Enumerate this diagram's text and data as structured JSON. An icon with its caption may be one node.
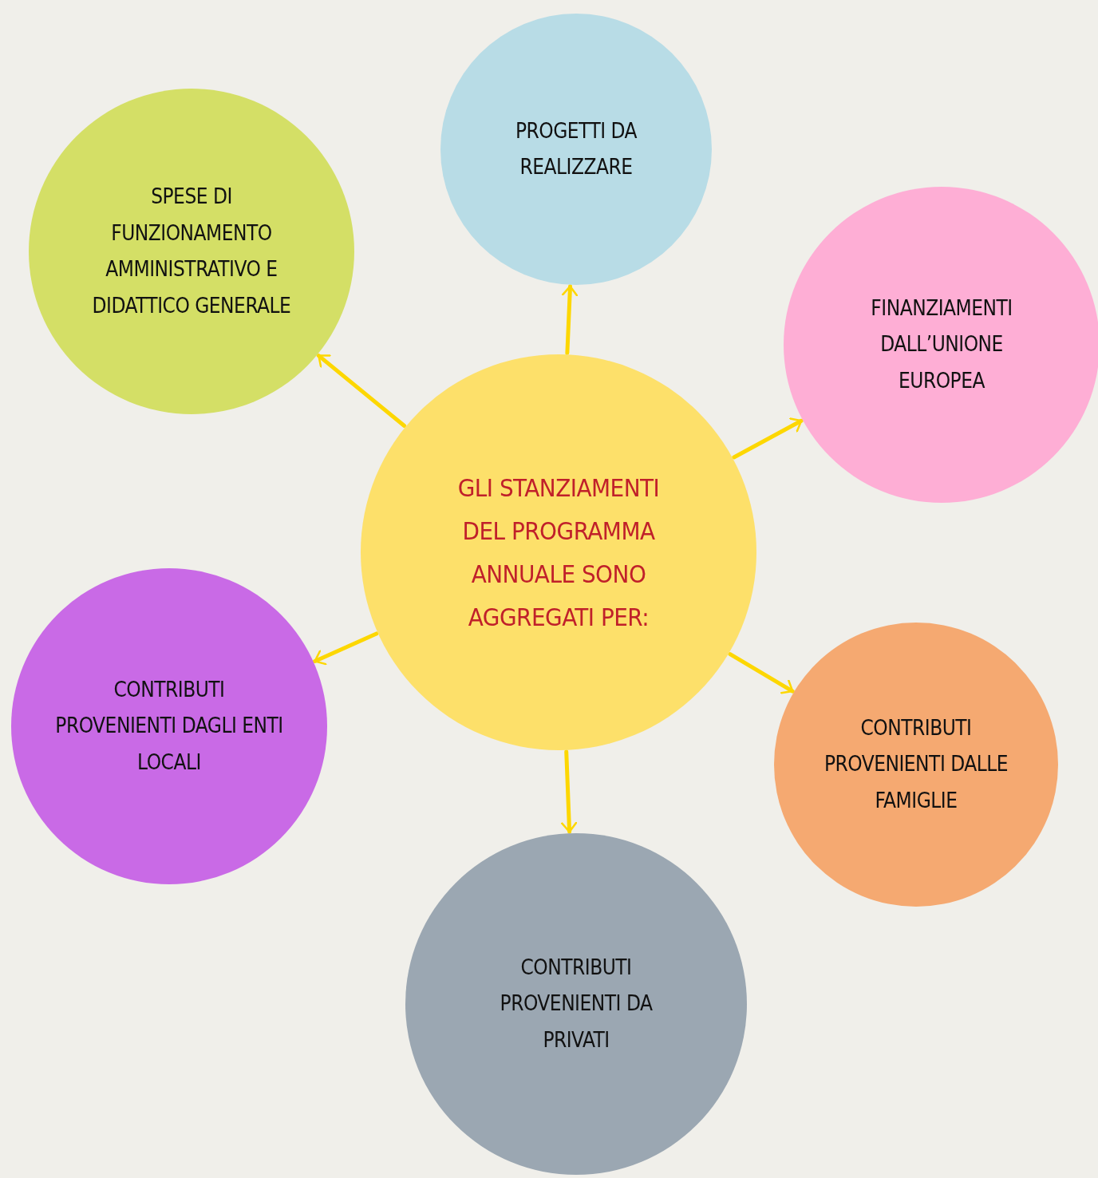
{
  "diagram": {
    "nodes": [
      {
        "text": [
          "GLI STANZIAMENTI DEL PROGRAMMA ANNUALE SONO AGGREGATI PER:"
        ]
      },
      {
        "text": [
          "SPESE DI FUNZIONAMENTO AMMINISTRATIVO E DIDATTICO GENERALE"
        ]
      },
      {
        "text": [
          "PROGETTI DA REALIZZARE"
        ]
      },
      {
        "text": [
          "FINANZIAMENTI DALL’UNIONE EUROPEA"
        ]
      },
      {
        "text": [
          "CONTRIBUTI PROVENIENTI DAGLI ENTI LOCALI"
        ]
      },
      {
        "text": [
          "CONTRIBUTI PROVENIENTI DALLE FAMIGLIE"
        ]
      },
      {
        "text": [
          "CONTRIBUTI PROVENIENTI DA PRIVATI"
        ]
      }
    ],
    "edges": [
      {
        "from": 0,
        "to": 1,
        "arrow": "to"
      },
      {
        "from": 0,
        "to": 2,
        "arrow": "to"
      },
      {
        "from": 0,
        "to": 3,
        "arrow": "to"
      },
      {
        "from": 0,
        "to": 4,
        "arrow": "to"
      },
      {
        "from": 0,
        "to": 5,
        "arrow": "to"
      },
      {
        "from": 0,
        "to": 6,
        "arrow": "to"
      }
    ]
  }
}
